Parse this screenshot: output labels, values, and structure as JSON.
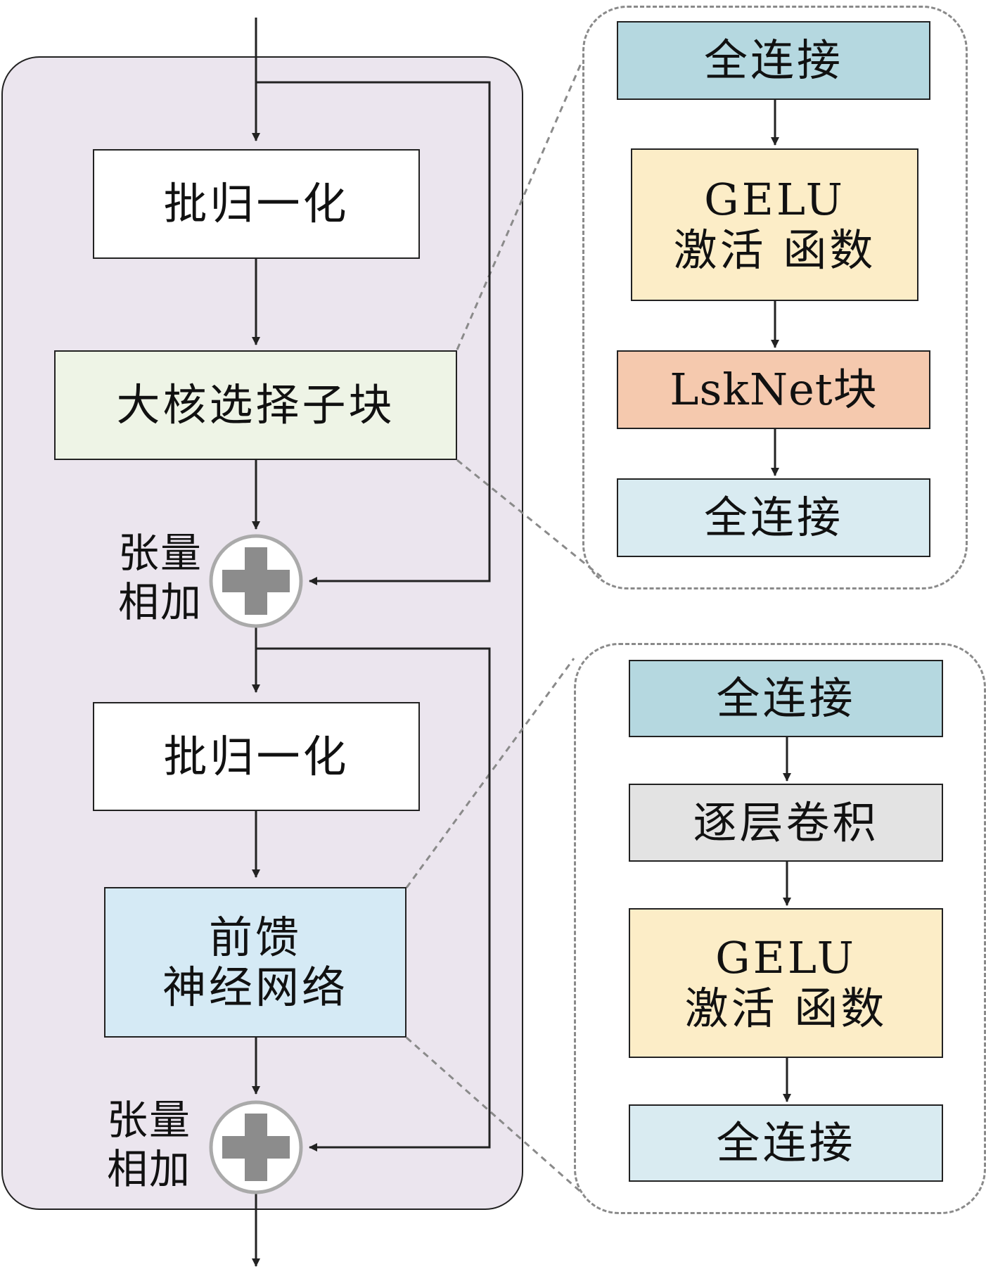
{
  "main": {
    "norm1": "批归一化",
    "lks_block": "大核选择子块",
    "add1": {
      "line1": "张量",
      "line2": "相加"
    },
    "norm2": "批归一化",
    "ffn": {
      "line1": "前馈",
      "line2": "神经网络"
    },
    "add2": {
      "line1": "张量",
      "line2": "相加"
    }
  },
  "lks_detail": {
    "fc_top": "全连接",
    "gelu": {
      "line1": "GELU",
      "line2": "激活 函数"
    },
    "lsknet": "LskNet块",
    "fc_bottom": "全连接"
  },
  "ffn_detail": {
    "fc_top": "全连接",
    "dwconv": "逐层卷积",
    "gelu": {
      "line1": "GELU",
      "line2": "激活 函数"
    },
    "fc_bottom": "全连接"
  },
  "colors": {
    "main_bg": "#ebe5ee",
    "norm": "#ffffff",
    "lks": "#eef4e6",
    "ffn": "#d5eaf5",
    "fc_dark": "#b5d8e0",
    "fc_light": "#d9ebf1",
    "gelu": "#fcedc7",
    "lsknet": "#f5c9ae",
    "dwconv": "#e3e3e3",
    "add_symbol": "#8c8c8c"
  }
}
